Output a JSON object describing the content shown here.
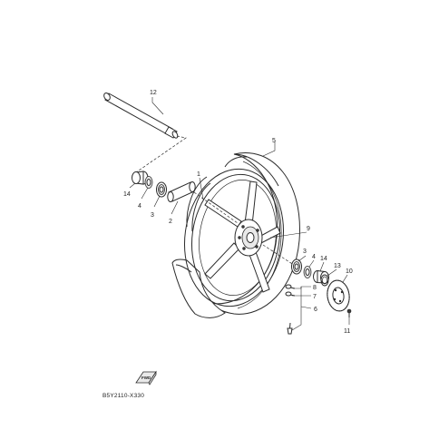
{
  "diagram": {
    "drawing_code": "B5Y2110-X330",
    "fwd_label": "FWD",
    "callouts": [
      "12",
      "5",
      "1",
      "14",
      "4",
      "3",
      "2",
      "9",
      "3",
      "4",
      "14",
      "13",
      "10",
      "8",
      "7",
      "6",
      "11"
    ]
  }
}
